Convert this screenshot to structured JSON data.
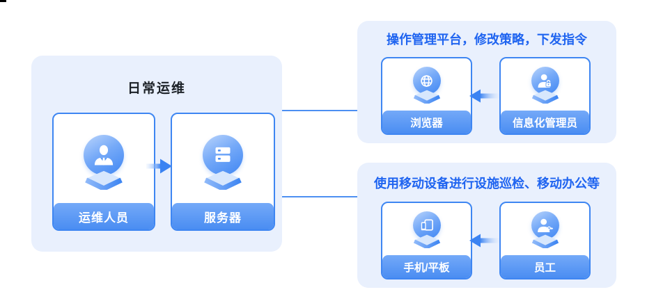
{
  "colors": {
    "accent": "#1F64F0",
    "connector": "#4C8FF2",
    "panel_bg": "#E9F0FD",
    "card_border": "#3E86F2",
    "bar_top": "#74A9F8",
    "bar_bottom": "#4A8DF2",
    "dark_text": "#1C2127",
    "arrow": "#3B83F2"
  },
  "left_panel": {
    "title": "日常运维",
    "cards": [
      {
        "label": "运维人员",
        "icon": "operator-person-icon"
      },
      {
        "label": "服务器",
        "icon": "server-icon"
      }
    ]
  },
  "top_right_panel": {
    "title": "操作管理平台，修改策略，下发指令",
    "cards": [
      {
        "label": "浏览器",
        "icon": "browser-globe-icon"
      },
      {
        "label": "信息化管理员",
        "icon": "admin-person-lock-icon"
      }
    ]
  },
  "bottom_right_panel": {
    "title": "使用移动设备进行设施巡检、移动办公等",
    "cards": [
      {
        "label": "手机/平板",
        "icon": "phone-tablet-icon"
      },
      {
        "label": "员工",
        "icon": "employee-person-icon"
      }
    ]
  }
}
